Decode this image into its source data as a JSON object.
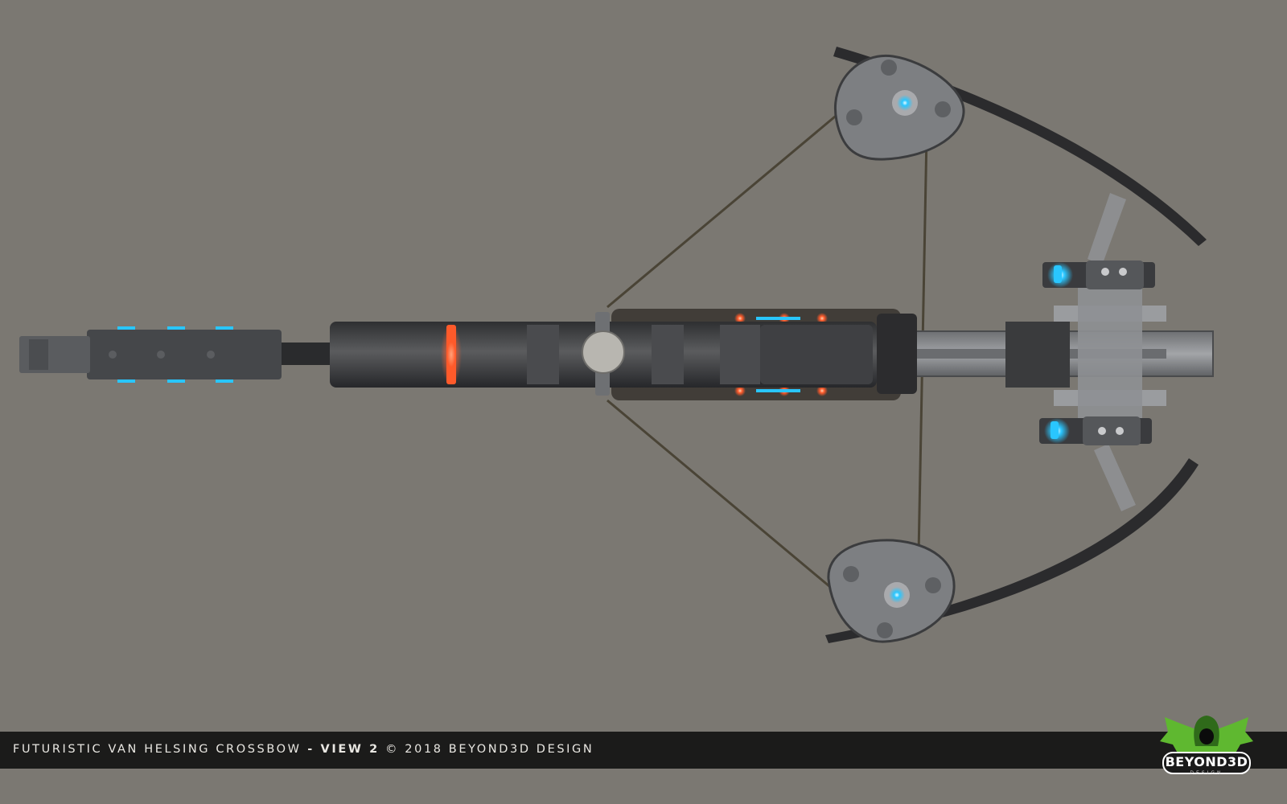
{
  "caption": {
    "title": "FUTURISTIC VAN HELSING CROSSBOW",
    "separator": " - ",
    "view": "VIEW 2",
    "copyright": " © 2018 BEYOND3D DESIGN"
  },
  "logo": {
    "name": "BEYOND3D",
    "tagline": "DESIGN"
  },
  "colors": {
    "background": "#7b7872",
    "caption_bar": "#1b1b1a",
    "glow_blue": "#29c6ff",
    "glow_orange": "#ff5a2a",
    "logo_green": "#5fb830"
  },
  "icons": {
    "crossbow": "crossbow-render",
    "logo": "hooded-figure-bat-wings-logo"
  }
}
